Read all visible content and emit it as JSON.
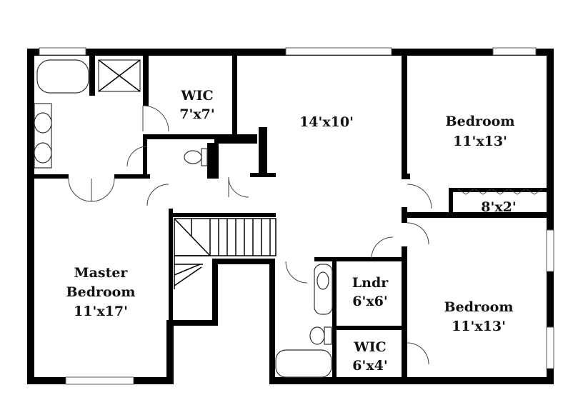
{
  "colors": {
    "wall": "#000000",
    "background": "#ffffff",
    "text": "#111111"
  },
  "rooms": {
    "wic_top": {
      "name": "WIC",
      "size": "7'x7'"
    },
    "living": {
      "name": "",
      "size": "14'x10'"
    },
    "bedroom_top": {
      "name": "Bedroom",
      "size": "11'x13'"
    },
    "closet": {
      "name": "",
      "size": "8'x2'"
    },
    "master": {
      "name": "Master",
      "name2": "Bedroom",
      "size": "11'x17'"
    },
    "laundry": {
      "name": "Lndr",
      "size": "6'x6'"
    },
    "bedroom_bottom": {
      "name": "Bedroom",
      "size": "11'x13'"
    },
    "wic_bottom": {
      "name": "WIC",
      "size": "6'x4'"
    }
  }
}
